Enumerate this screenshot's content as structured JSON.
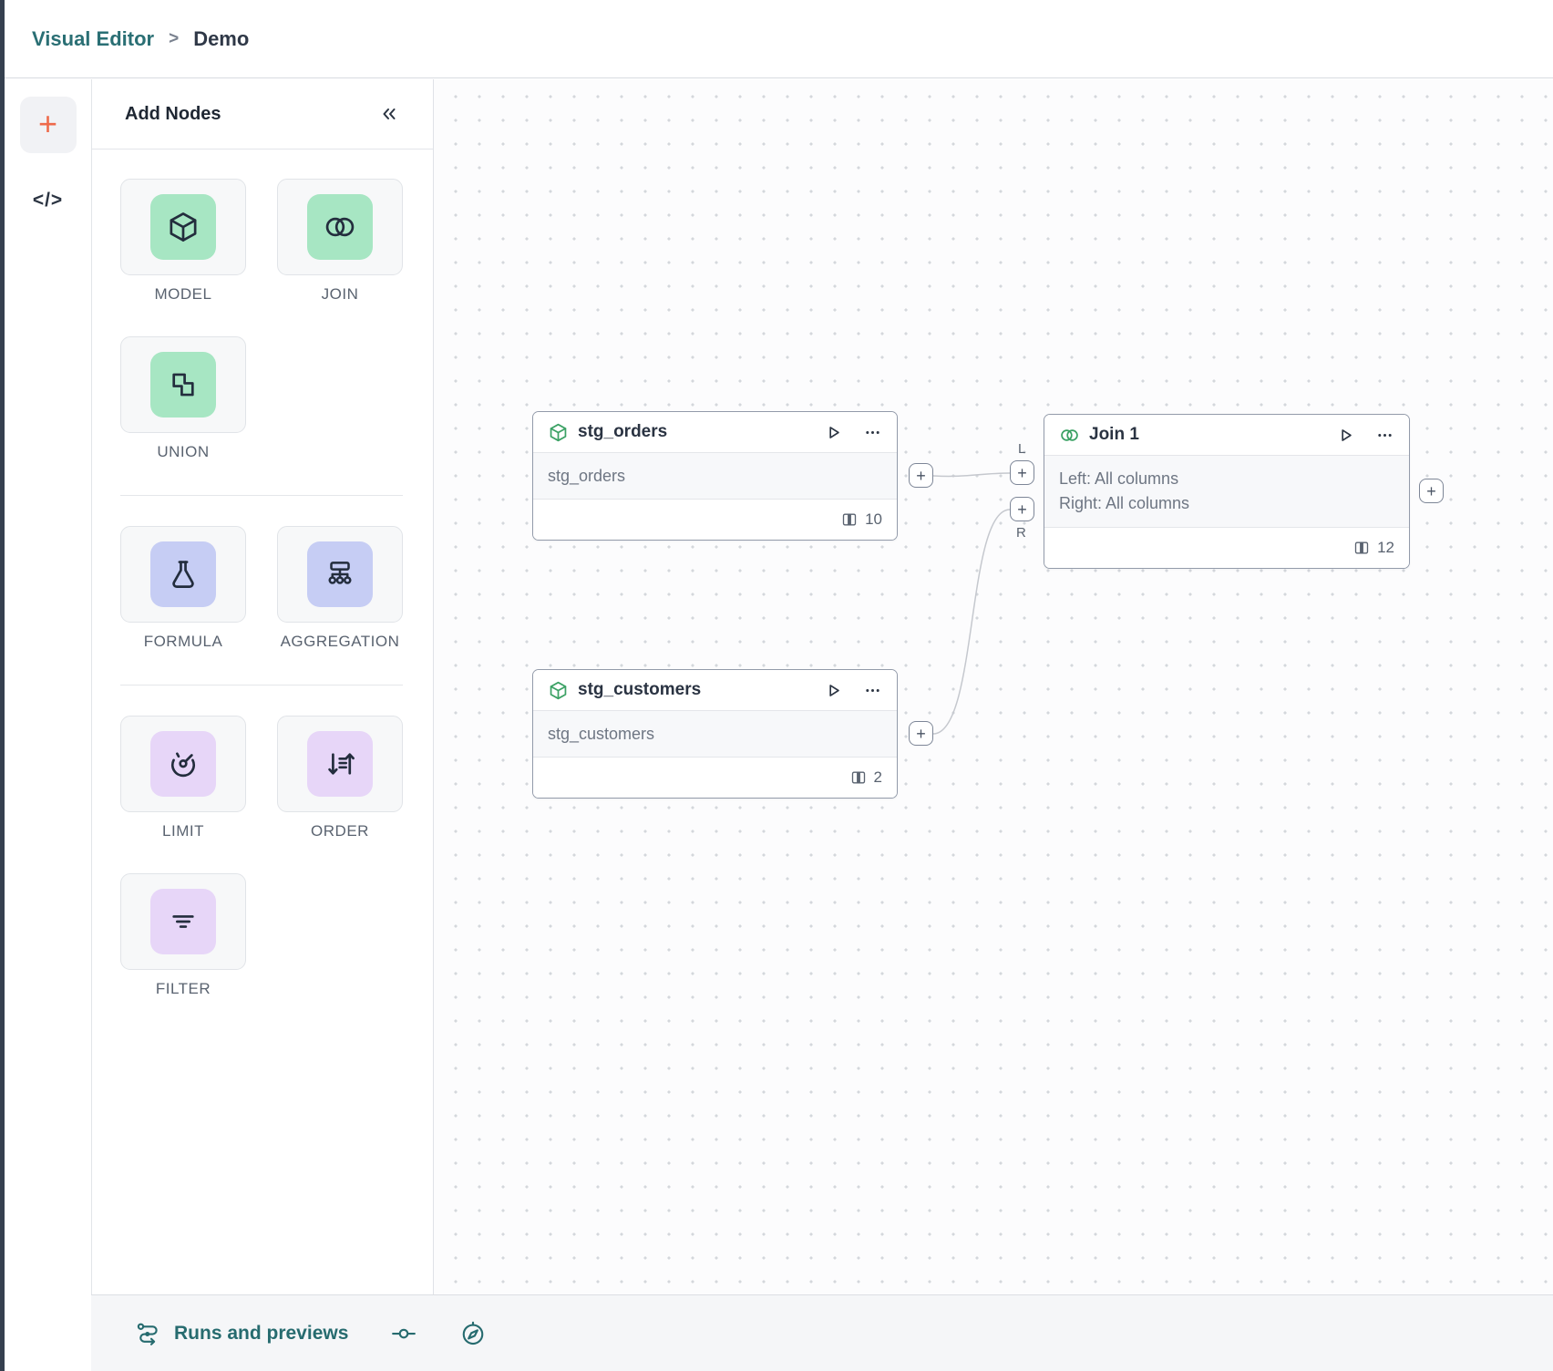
{
  "breadcrumb": {
    "app": "Visual Editor",
    "separator": ">",
    "page": "Demo"
  },
  "rail": {
    "add_label": "+",
    "code_label": "</>"
  },
  "panel": {
    "title": "Add Nodes",
    "collapse_icon": "chevrons-left-icon",
    "groups": [
      {
        "tiles": [
          {
            "label": "MODEL",
            "icon": "cube-icon",
            "color": "green"
          },
          {
            "label": "JOIN",
            "icon": "join-circles-icon",
            "color": "green"
          },
          {
            "label": "UNION",
            "icon": "union-shapes-icon",
            "color": "green"
          }
        ]
      },
      {
        "tiles": [
          {
            "label": "FORMULA",
            "icon": "flask-icon",
            "color": "periwinkle"
          },
          {
            "label": "AGGREGATION",
            "icon": "sitemap-icon",
            "color": "periwinkle"
          }
        ]
      },
      {
        "tiles": [
          {
            "label": "LIMIT",
            "icon": "gauge-icon",
            "color": "purple"
          },
          {
            "label": "ORDER",
            "icon": "sort-arrows-icon",
            "color": "purple"
          },
          {
            "label": "FILTER",
            "icon": "filter-lines-icon",
            "color": "purple"
          }
        ]
      }
    ]
  },
  "canvas": {
    "nodes": [
      {
        "title": "stg_orders",
        "subtitle": "stg_orders",
        "column_count": "10",
        "icon": "cube-icon"
      },
      {
        "title": "stg_customers",
        "subtitle": "stg_customers",
        "column_count": "2",
        "icon": "cube-icon"
      },
      {
        "title": "Join 1",
        "detail_left": "Left: All columns",
        "detail_right": "Right: All columns",
        "column_count": "12",
        "icon": "join-circles-icon"
      }
    ],
    "port_plus": "+",
    "port_labels": {
      "left": "L",
      "right": "R"
    }
  },
  "statusbar": {
    "runs_label": "Runs and previews"
  },
  "colors": {
    "brand_teal": "#2a6f74",
    "accent_orange": "#ee6a4b",
    "tile_green": "#a7e6c3",
    "tile_periwinkle": "#c6cdf4",
    "tile_purple": "#e7d6f8",
    "node_icon_green": "#3ba164",
    "edge_gray": "#c5c8ce",
    "canvas_dot": "#d4d7dc"
  }
}
